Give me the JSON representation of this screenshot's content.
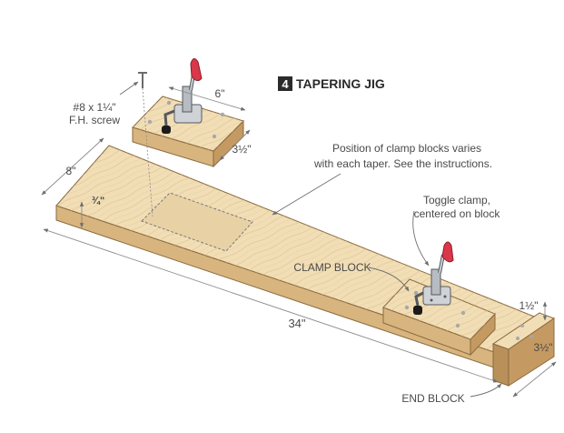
{
  "figure": {
    "number": "4",
    "title": "TAPERING JIG"
  },
  "labels": {
    "screw_line1": "#8 x 1¼\"",
    "screw_line2": "F.H. screw",
    "clamp_width": "6\"",
    "clamp_depth": "3½\"",
    "note_line1": "Position of clamp blocks varies",
    "note_line2": "with each taper. See the instructions.",
    "base_width": "8\"",
    "base_thickness": "¾\"",
    "toggle_line1": "Toggle clamp,",
    "toggle_line2": "centered on block",
    "clamp_block": "CLAMP BLOCK",
    "base_length": "34\"",
    "end_block_height": "1½\"",
    "end_block_width": "3½\"",
    "end_block": "END BLOCK"
  },
  "colors": {
    "wood_top": "#f1deb6",
    "wood_side": "#d8b57f",
    "wood_end": "#c59a62",
    "clamp_handle": "#d8384a",
    "outline": "#8a6a3e",
    "dimension": "#8c8c8c",
    "text": "#4a4a4a",
    "badge": "#2b2b2b"
  }
}
